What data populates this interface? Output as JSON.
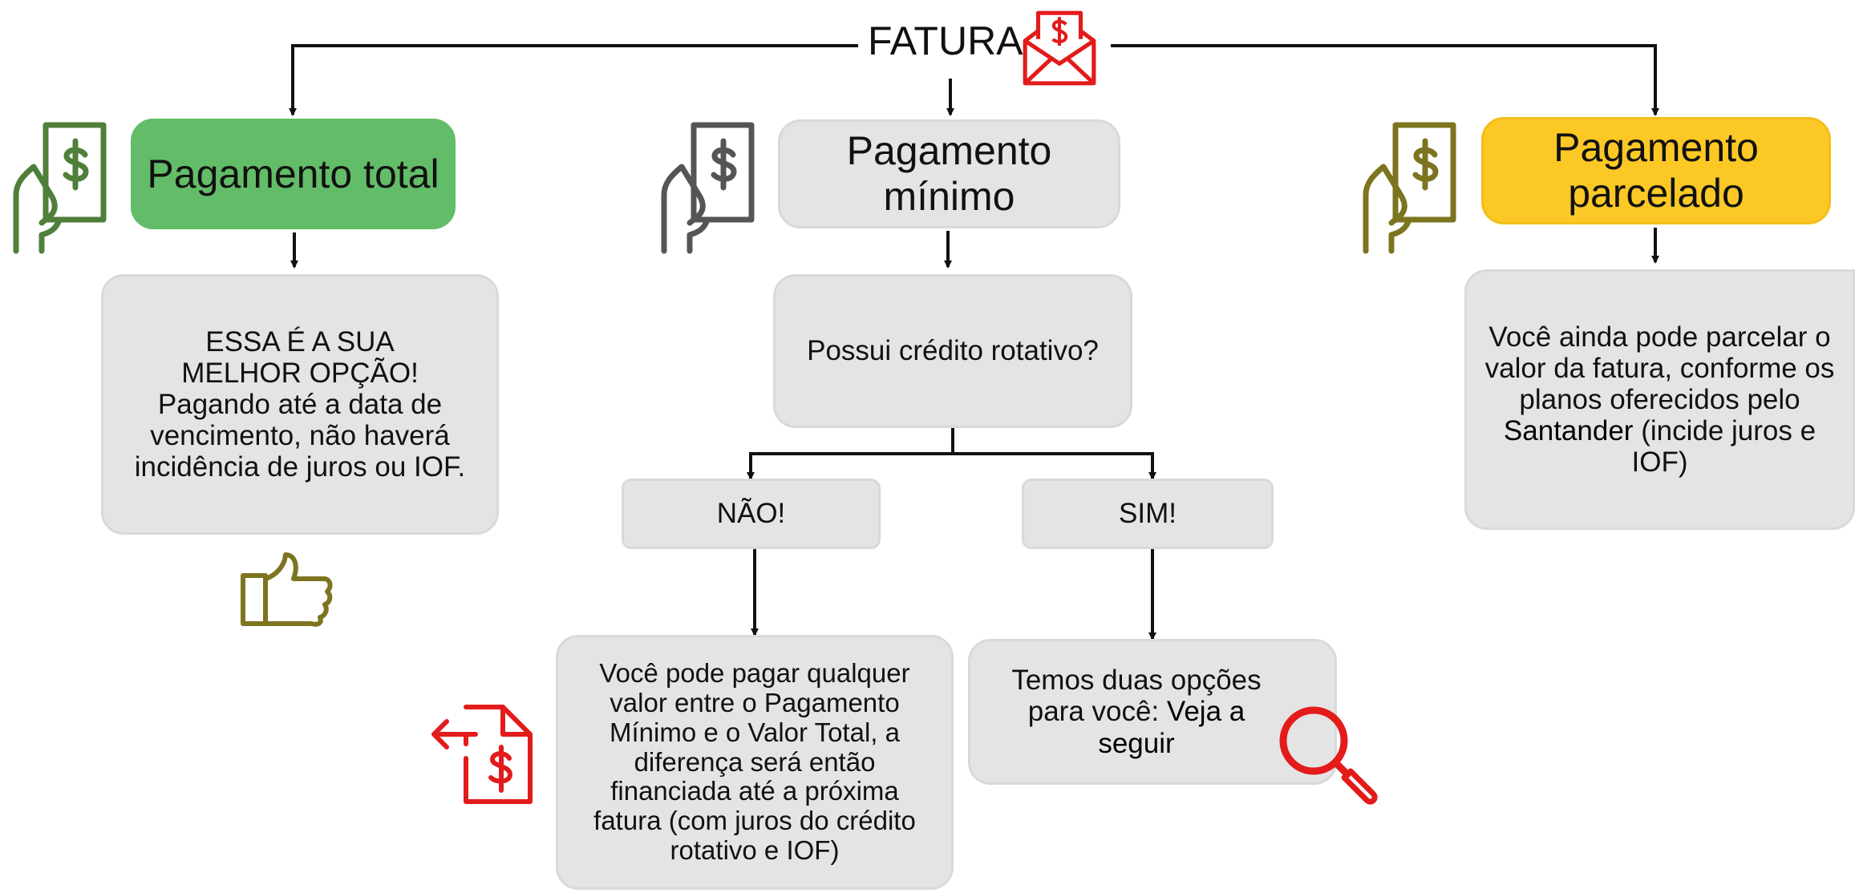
{
  "header": {
    "title": "FATURA"
  },
  "columns": {
    "total": {
      "title": "Pagamento total",
      "heading": "ESSA É A SUA MELHOR OPÇÃO!",
      "description": "Pagando até a data de vencimento, não haverá incidência de juros ou IOF."
    },
    "minimum": {
      "title_line1": "Pagamento",
      "title_line2": "mínimo",
      "question": "Possui crédito rotativo?",
      "no_label": "NÃO!",
      "yes_label": "SIM!",
      "no_description": "Você pode pagar qualquer valor entre o Pagamento Mínimo e o Valor Total, a diferença será então financiada até a próxima fatura (com juros do crédito rotativo e IOF)",
      "yes_description_prefix": "Temos duas opções para você:",
      "yes_description_emphasis": "Veja a seguir"
    },
    "installment": {
      "title_line1": "Pagamento",
      "title_line2": "parcelado",
      "description_prefix": "Você ainda pode parcelar o valor da fatura, conforme os planos oferecidos pelo",
      "brand": "Santander",
      "description_suffix": "(incide juros e IOF)"
    }
  },
  "icons": {
    "invoice": "envelope-dollar-icon",
    "hand_total": "hand-holding-bill-icon",
    "hand_minimum": "hand-holding-bill-icon",
    "hand_installment": "hand-holding-bill-icon",
    "approval": "thumbs-up-icon",
    "financed": "refund-document-icon",
    "search": "magnifier-icon"
  },
  "colors": {
    "accent_red": "#e31b1b",
    "total_green": "#63bd68",
    "installment_yellow": "#fbc825",
    "neutral_gray": "#e4e4e5",
    "icon_green": "#4f7f3a",
    "icon_olive": "#7d7420",
    "icon_gray": "#555555"
  }
}
